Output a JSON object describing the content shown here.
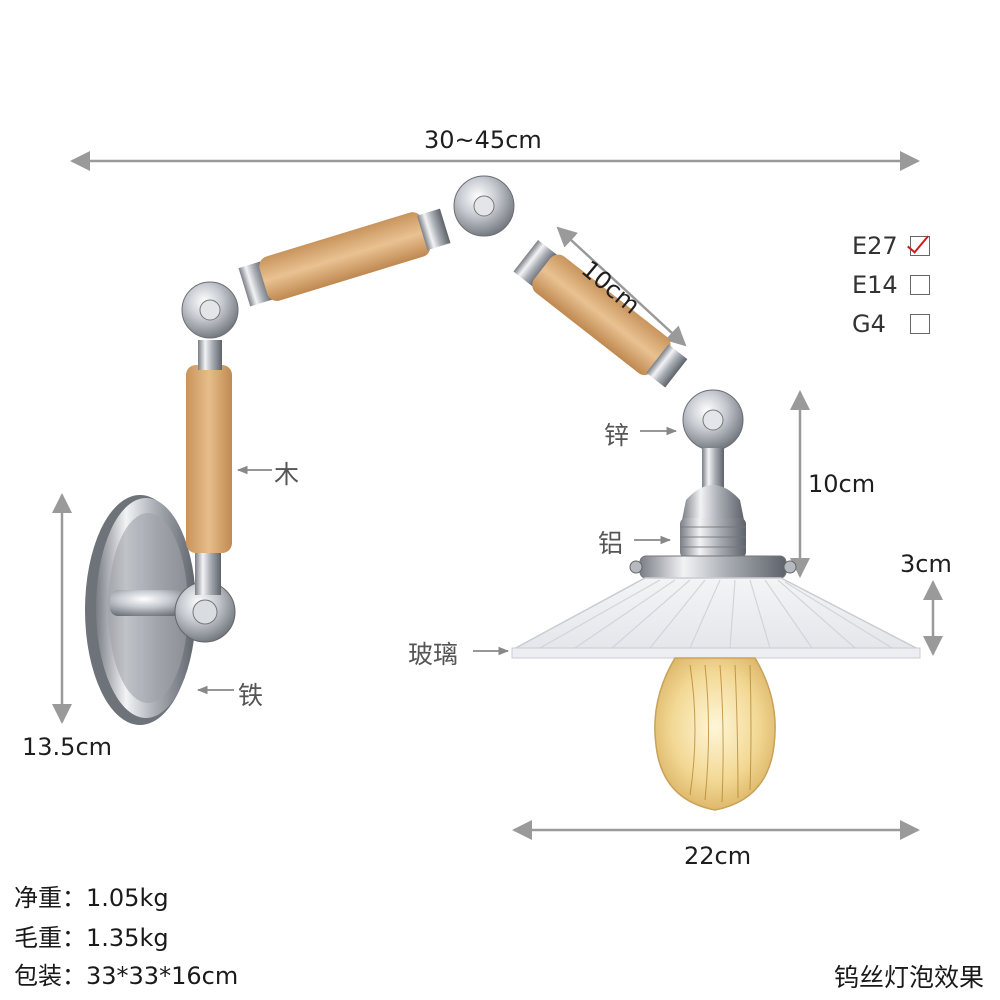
{
  "dimensions": {
    "arm_span": "30~45cm",
    "arm_segment": "10cm",
    "neck_height": "10cm",
    "shade_height": "3cm",
    "base_height": "13.5cm",
    "shade_width": "22cm"
  },
  "materials": {
    "wood": "木",
    "zinc": "锌",
    "aluminum": "铝",
    "glass": "玻璃",
    "iron": "铁"
  },
  "sockets": [
    {
      "label": "E27",
      "checked": true
    },
    {
      "label": "E14",
      "checked": false
    },
    {
      "label": "G4",
      "checked": false
    }
  ],
  "specs": {
    "net_weight_label": "净重：",
    "net_weight_value": "1.05kg",
    "gross_weight_label": "毛重：",
    "gross_weight_value": "1.35kg",
    "package_label": "包装：",
    "package_value": "33*33*16cm"
  },
  "footer_note": "钨丝灯泡效果",
  "colors": {
    "wood": "#dcae78",
    "chrome": "#b8bcc2",
    "dimension_line": "#9a9a9a",
    "check_mark": "#d21a1a"
  }
}
